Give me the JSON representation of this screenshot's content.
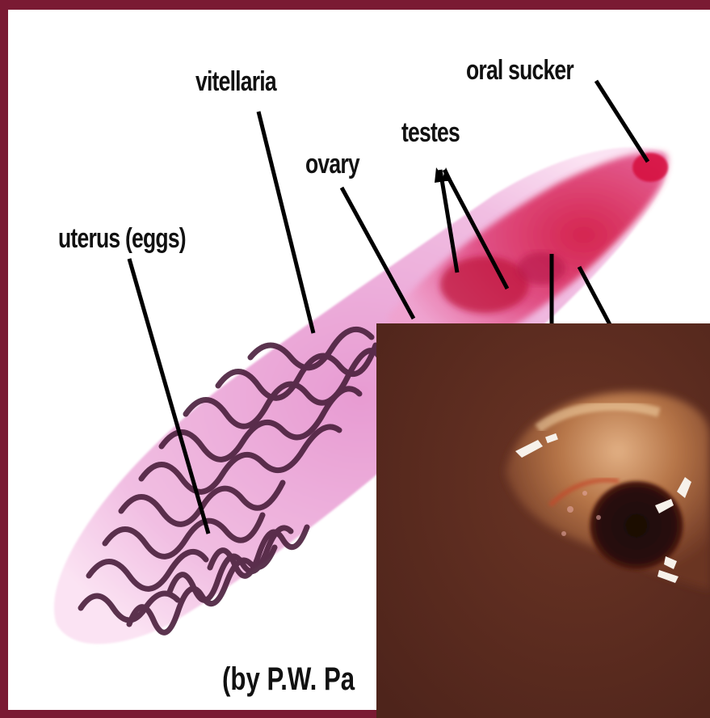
{
  "labels": {
    "vitellaria": "vitellaria",
    "oral_sucker": "oral sucker",
    "testes": "testes",
    "ovary": "ovary",
    "uterus": "uterus (eggs)"
  },
  "credit": "(by P.W. Pa",
  "colors": {
    "frame": "#7a1a33",
    "worm_body": "#f2b6dc",
    "worm_pink": "#e05aa0",
    "uterus_coils": "#4a1f3c",
    "anterior_red": "#d81f4c",
    "inset_bg": "#5a2a1e"
  }
}
